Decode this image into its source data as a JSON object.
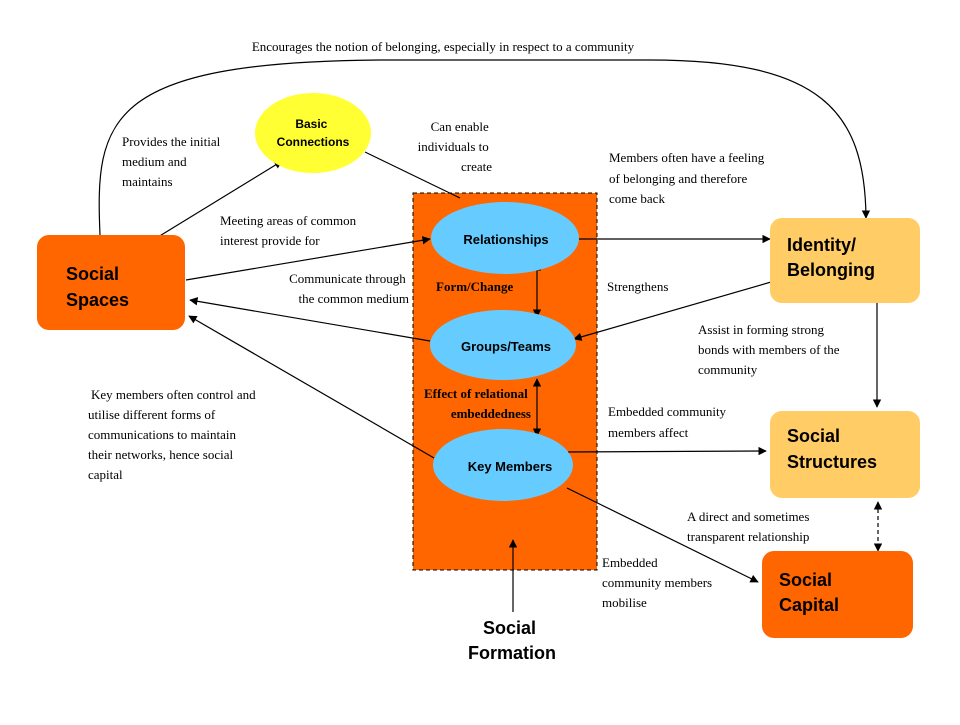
{
  "colors": {
    "dark_orange": "#FF6600",
    "light_orange": "#FFCC66",
    "light_blue": "#66CCFF",
    "yellow": "#FFFF33",
    "line": "#000000"
  },
  "nodes": {
    "social_spaces": [
      "Social",
      "Spaces"
    ],
    "basic_connections": [
      "Basic",
      "Connections"
    ],
    "relationships": "Relationships",
    "groups_teams": "Groups/Teams",
    "key_members": "Key Members",
    "identity_belonging": [
      "Identity/",
      "Belonging"
    ],
    "social_structures": [
      "Social",
      "Structures"
    ],
    "social_capital": [
      "Social",
      "Capital"
    ],
    "social_formation": [
      "Social",
      "Formation"
    ]
  },
  "annotations": {
    "top_arc": "Encourages the notion of belonging, especially in respect to a community",
    "provides": [
      "Provides the initial",
      "medium and",
      "maintains"
    ],
    "can_enable": [
      "Can enable",
      "individuals to",
      "create"
    ],
    "members_often": [
      "Members often have a feeling",
      "of belonging and therefore",
      "come back"
    ],
    "meeting_areas": [
      "Meeting areas of common",
      "interest provide for"
    ],
    "communicate": [
      "Communicate through",
      "the common medium"
    ],
    "form_change": "Form/Change",
    "strengthens": "Strengthens",
    "assist": [
      "Assist in forming strong",
      "bonds with members of the",
      "community"
    ],
    "key_members_control": [
      "Key members often control and",
      "utilise different forms of",
      "communications to maintain",
      "their networks, hence social",
      "capital"
    ],
    "effect_relational": [
      "Effect of relational",
      "embeddedness"
    ],
    "embedded_affect": [
      "Embedded community",
      "members affect"
    ],
    "direct_relationship": [
      "A direct and sometimes",
      "transparent relationship"
    ],
    "embedded_mobilise": [
      "Embedded",
      "community members",
      "mobilise"
    ]
  }
}
